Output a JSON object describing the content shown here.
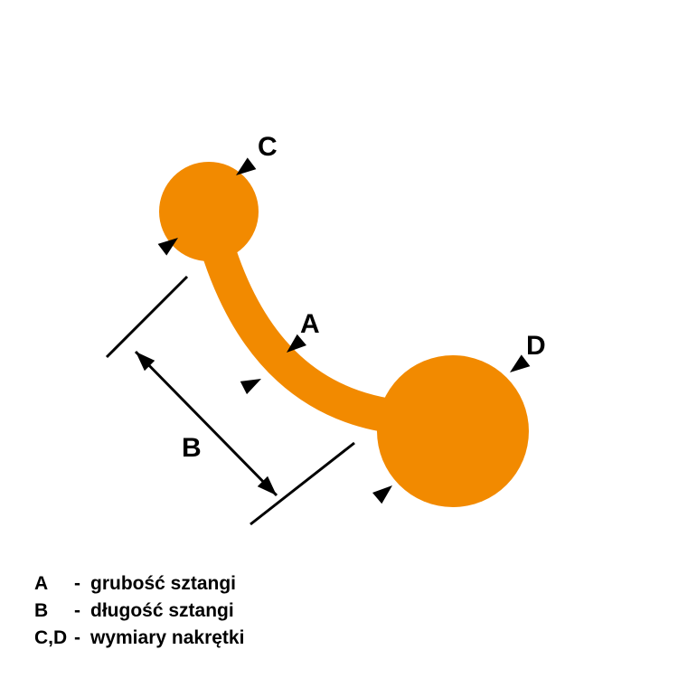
{
  "diagram": {
    "labels": {
      "a": "A",
      "b": "B",
      "c": "C",
      "d": "D"
    },
    "colors": {
      "barbell": "#F28A00",
      "line": "#000000",
      "background": "#FFFFFF"
    }
  },
  "legend": {
    "separator": "-",
    "items": [
      {
        "key": "A",
        "desc": "grubość sztangi"
      },
      {
        "key": "B",
        "desc": "długość sztangi"
      },
      {
        "key": "C,D",
        "desc": "wymiary nakrętki"
      }
    ]
  }
}
